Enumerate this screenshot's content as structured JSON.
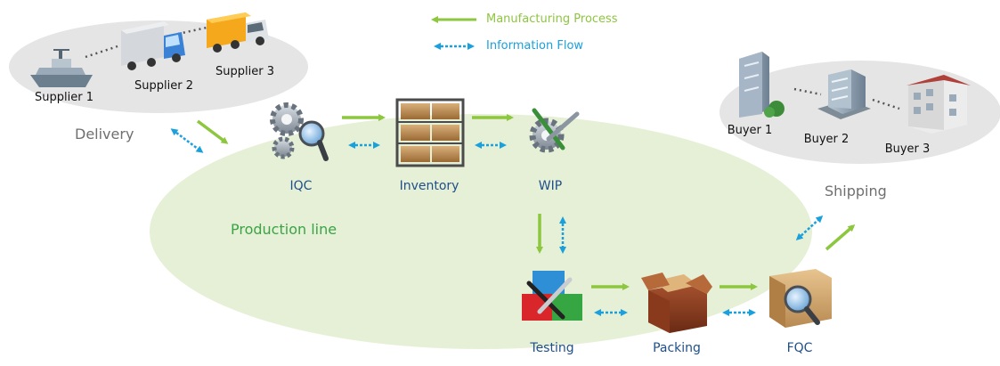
{
  "legend": {
    "manufacturing": "Manufacturing Process",
    "information": "Information Flow"
  },
  "suppliers": {
    "s1": "Supplier 1",
    "s2": "Supplier 2",
    "s3": "Supplier 3"
  },
  "buyers": {
    "b1": "Buyer 1",
    "b2": "Buyer 2",
    "b3": "Buyer 3"
  },
  "delivery": "Delivery",
  "shipping": "Shipping",
  "production_line": "Production line",
  "nodes": {
    "iqc": "IQC",
    "inventory": "Inventory",
    "wip": "WIP",
    "testing": "Testing",
    "packing": "Packing",
    "fqc": "FQC"
  },
  "colors": {
    "manufacturing_arrow": "#8dc63f",
    "information_arrow": "#1aa0dc",
    "production_area": "#e6f0d6",
    "group_area": "#e5e5e5",
    "node_label": "#1f4f8b"
  }
}
